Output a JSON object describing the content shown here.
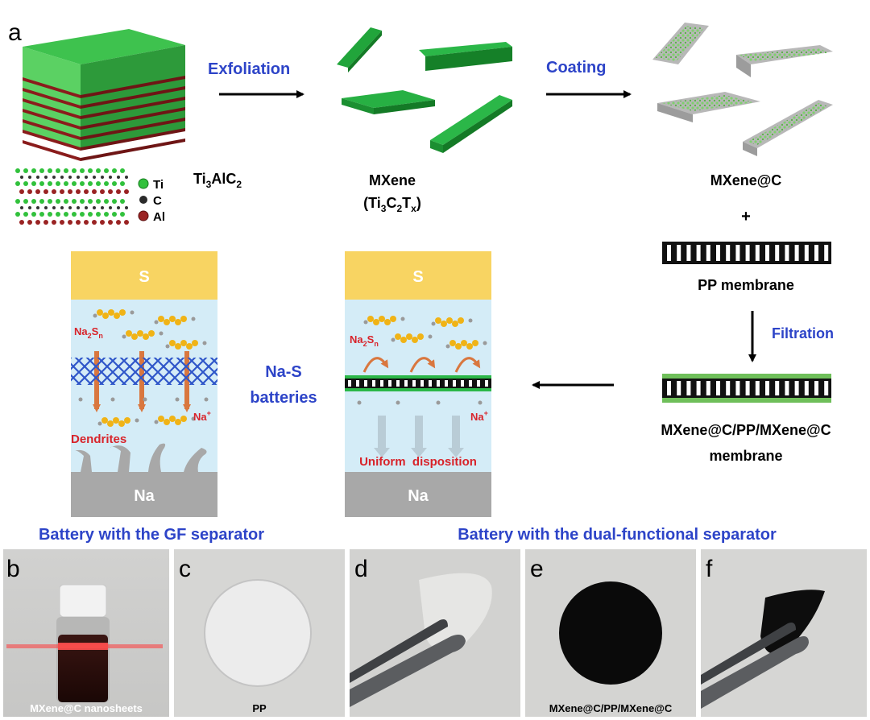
{
  "panel_a": {
    "label": "a",
    "arrow1_label": "Exfoliation",
    "arrow2_label": "Coating",
    "arrow3_label": "Filtration",
    "max_label": {
      "pre": "Ti",
      "s1": "3",
      "mid": "AlC",
      "s2": "2"
    },
    "legend": [
      "Ti",
      "C",
      "Al"
    ],
    "mxene_label": "MXene",
    "mxene_formula": {
      "p1": "(Ti",
      "s1": "3",
      "p2": "C",
      "s2": "2",
      "p3": "T",
      "s3": "x",
      "p4": ")"
    },
    "mxene_c_label": "MXene@C",
    "plus": "+",
    "pp_label": "PP membrane",
    "composite_label_1": "MXene@C/PP/MXene@C",
    "composite_label_2": "membrane",
    "na_s_label_1": "Na-S",
    "na_s_label_2": "batteries",
    "cell_left": {
      "top": "S",
      "bottom": "Na",
      "polysulfide": {
        "p1": "Na",
        "s1": "2",
        "p2": "S",
        "s2": "n"
      },
      "ion": {
        "p": "Na",
        "sup": "+"
      },
      "note": "Dendrites",
      "caption": "Battery with the GF separator"
    },
    "cell_right": {
      "top": "S",
      "bottom": "Na",
      "polysulfide": {
        "p1": "Na",
        "s1": "2",
        "p2": "S",
        "s2": "n"
      },
      "ion": {
        "p": "Na",
        "sup": "+"
      },
      "note": "Uniform  disposition",
      "caption": "Battery with the dual-functional separator"
    }
  },
  "photos": [
    {
      "label": "b",
      "caption": "MXene@C nanosheets"
    },
    {
      "label": "c",
      "caption": "PP"
    },
    {
      "label": "d",
      "caption": ""
    },
    {
      "label": "e",
      "caption": "MXene@C/PP/MXene@C"
    },
    {
      "label": "f",
      "caption": ""
    }
  ],
  "colors": {
    "accent_blue": "#2d44c8",
    "red_text": "#d8232a",
    "mxene_green": "#1fa83a",
    "al_red": "#8a1c1c",
    "sulfur": "#f8d462",
    "electrolyte": "#d4ecf7",
    "sodium": "#a8a8a8"
  }
}
